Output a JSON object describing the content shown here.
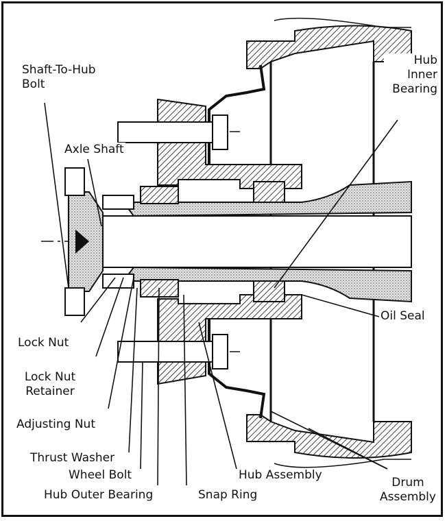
{
  "labels": {
    "shaft_to_hub_bolt": [
      "Shaft-To-Hub",
      "Bolt"
    ],
    "axle_shaft": "Axle Shaft",
    "hub_inner_bearing": [
      "Hub",
      "Inner",
      "Bearing"
    ],
    "oil_seal": "Oil Seal",
    "lock_nut": "Lock Nut",
    "lock_nut_retainer": [
      "Lock Nut",
      "Retainer"
    ],
    "adjusting_nut": "Adjusting Nut",
    "thrust_washer": "Thrust Washer",
    "wheel_bolt": "Wheel Bolt",
    "hub_outer_bearing": "Hub Outer Bearing",
    "snap_ring": "Snap Ring",
    "hub_assembly": "Hub Assembly",
    "drum_assembly": [
      "Drum",
      "Assembly"
    ]
  },
  "colors": {
    "ink": "#111111",
    "paper": "#ffffff",
    "stipple": "#9a9a9a"
  }
}
